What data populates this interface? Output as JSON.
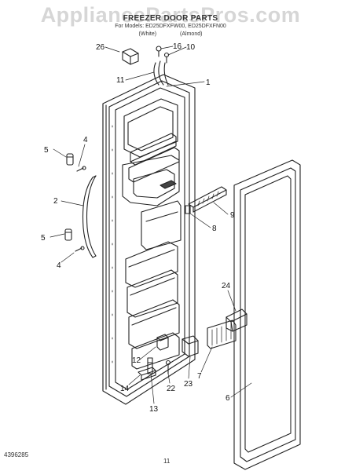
{
  "header": {
    "title": "FREEZER DOOR PARTS",
    "models": "For Models: ED25DFXFW00, ED25DFXFN00",
    "variants": [
      "(White)",
      "(Almond)"
    ]
  },
  "watermark": "AppliancePartsPros.com",
  "footer": {
    "doc_number": "4396285",
    "page_number": "11"
  },
  "callouts": {
    "c1": "1",
    "c2": "2",
    "c4a": "4",
    "c4b": "4",
    "c5a": "5",
    "c5b": "5",
    "c6": "6",
    "c7": "7",
    "c8": "8",
    "c9": "9",
    "c10": "10",
    "c11": "11",
    "c12": "12",
    "c13": "13",
    "c14": "14",
    "c16": "16",
    "c22": "22",
    "c23": "23",
    "c24": "24",
    "c26": "26"
  }
}
